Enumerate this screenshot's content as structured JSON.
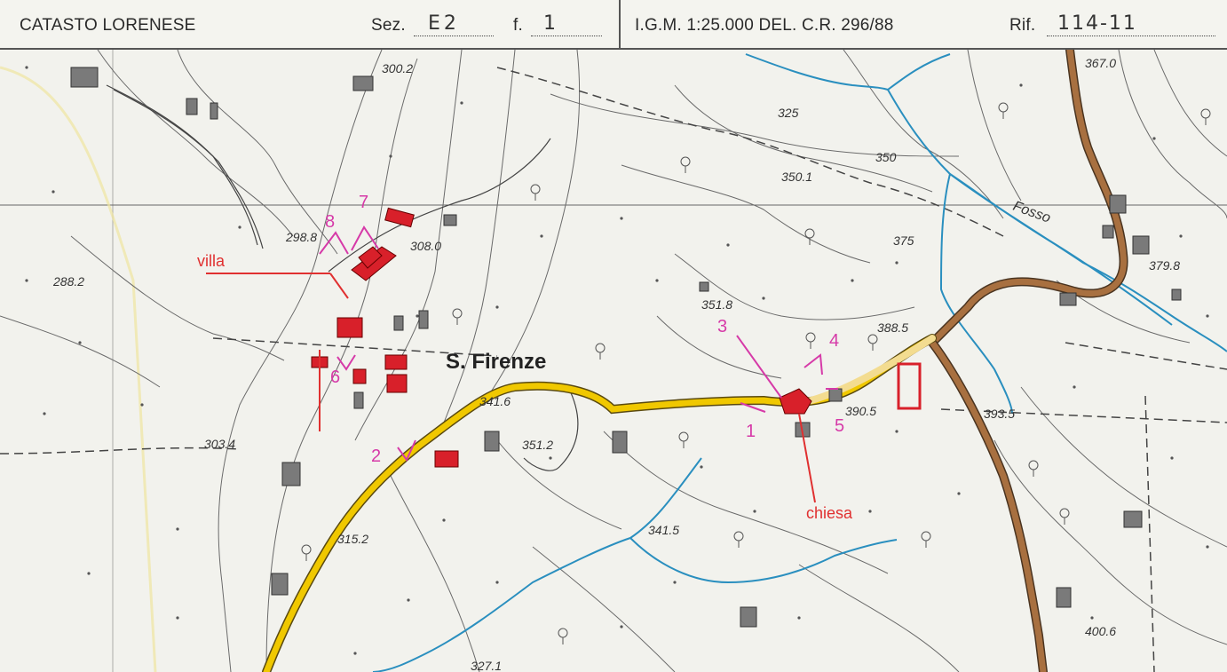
{
  "header": {
    "cadastre_title": "CATASTO LORENESE",
    "sez_label": "Sez.",
    "sez_value": "E2",
    "foglio_label": "f.",
    "foglio_value": "1",
    "igm_text": "I.G.M. 1:25.000 DEL. C.R. 296/88",
    "rif_label": "Rif.",
    "rif_value": "114-11"
  },
  "map": {
    "place_name": "S. Firenze",
    "stream_name": "Fosso",
    "elevations": [
      "300.2",
      "298.8",
      "308.0",
      "288.2",
      "303.4",
      "315.2",
      "341.6",
      "351.2",
      "341.5",
      "351.8",
      "350.1",
      "388.5",
      "390.5",
      "393.5",
      "379.8",
      "367.0",
      "400.6",
      "327.1",
      "325",
      "350",
      "375"
    ],
    "annotations": {
      "villa": "villa",
      "chiesa": "chiesa",
      "numbers": [
        "1",
        "2",
        "3",
        "4",
        "5",
        "6",
        "7",
        "8"
      ]
    },
    "colors": {
      "paper": "#f2f2ed",
      "road_yellow": "#f0c800",
      "road_brown": "#9a6a3a",
      "stream_blue": "#2a8fbf",
      "building_red": "#d8202a",
      "annotation_magenta": "#d63aa8",
      "annotation_red": "#e03030",
      "building_grey": "#777777"
    }
  }
}
